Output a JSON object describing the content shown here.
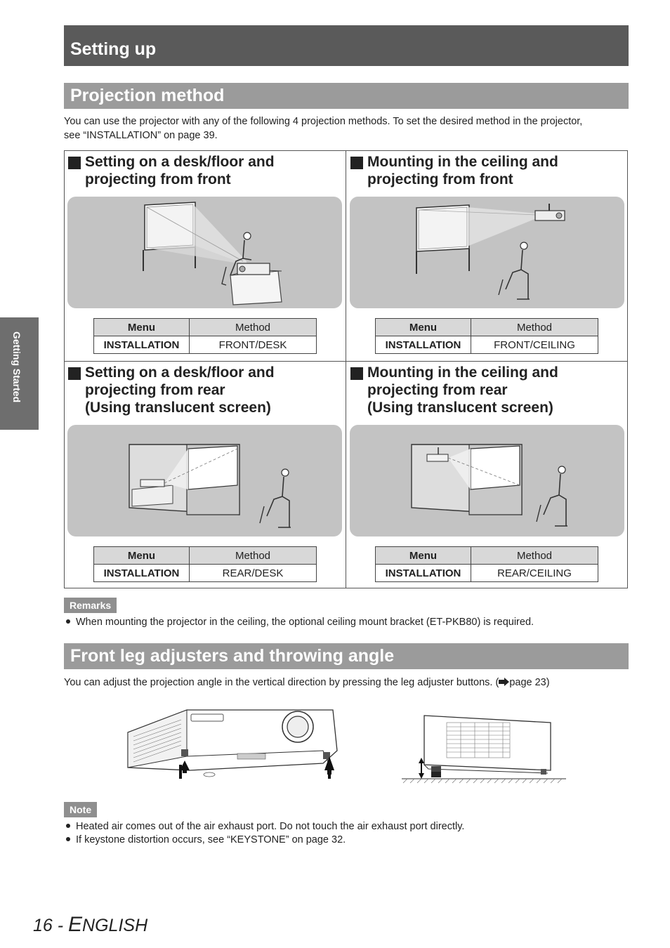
{
  "header": {
    "title": "Setting up"
  },
  "side_tab": {
    "label": "Getting Started"
  },
  "projection": {
    "heading": "Projection method",
    "intro_line1": "You can use the projector with any of the following 4 projection methods. To set the desired method in the projector,",
    "intro_line2": "see “INSTALLATION” on page 39.",
    "cells": [
      {
        "title": [
          "Setting on a desk/floor and",
          "projecting from front"
        ],
        "menu_h": "Menu",
        "method_h": "Method",
        "menu": "INSTALLATION",
        "method": "FRONT/DESK"
      },
      {
        "title": [
          "Mounting in the ceiling and",
          "projecting from front"
        ],
        "menu_h": "Menu",
        "method_h": "Method",
        "menu": "INSTALLATION",
        "method": "FRONT/CEILING"
      },
      {
        "title": [
          "Setting on a desk/floor and",
          "projecting from rear",
          "(Using translucent screen)"
        ],
        "menu_h": "Menu",
        "method_h": "Method",
        "menu": "INSTALLATION",
        "method": "REAR/DESK"
      },
      {
        "title": [
          "Mounting in the ceiling and",
          "projecting from rear",
          "(Using translucent screen)"
        ],
        "menu_h": "Menu",
        "method_h": "Method",
        "menu": "INSTALLATION",
        "method": "REAR/CEILING"
      }
    ]
  },
  "remarks": {
    "label": "Remarks",
    "items": [
      "When mounting the projector in the ceiling, the optional ceiling mount bracket (ET-PKB80) is required."
    ]
  },
  "front_leg": {
    "heading": "Front leg adjusters and throwing angle",
    "intro_before": "You can adjust the projection angle in the vertical direction by pressing the leg adjuster buttons. (",
    "intro_after": "page 23)"
  },
  "note": {
    "label": "Note",
    "items": [
      "Heated air comes out of the air exhaust port. Do not touch the air exhaust port directly.",
      "If keystone distortion occurs, see “KEYSTONE” on page 32."
    ]
  },
  "footer": {
    "page": "16",
    "sep": " - ",
    "lang_initial": "E",
    "lang_rest": "NGLISH"
  }
}
